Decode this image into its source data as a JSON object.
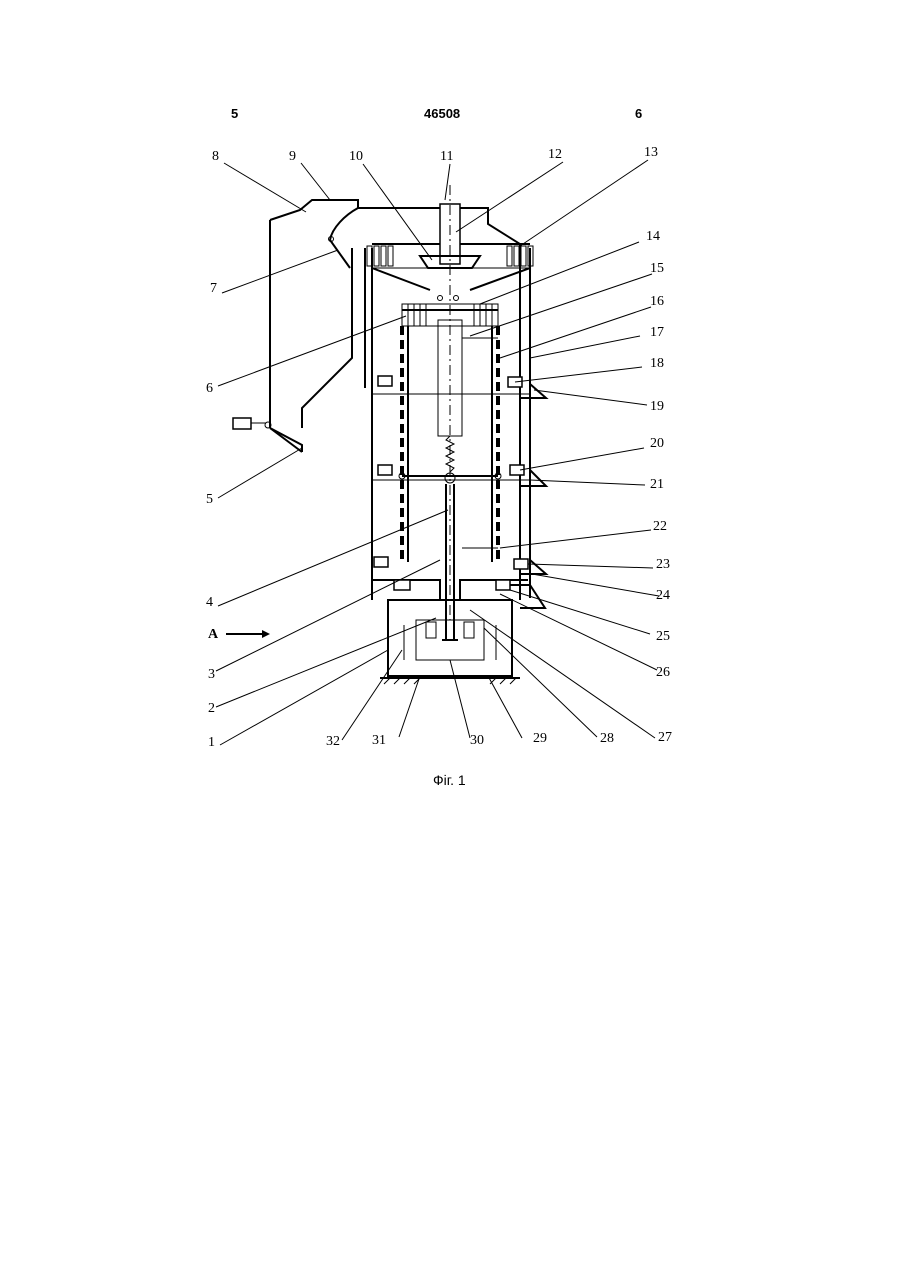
{
  "header": {
    "left_page": "5",
    "patent_number": "46508",
    "right_page": "6"
  },
  "caption": "Фіг. 1",
  "view_marker": {
    "label": "A"
  },
  "callouts": {
    "n1": "1",
    "n2": "2",
    "n3": "3",
    "n4": "4",
    "n5": "5",
    "n6": "6",
    "n7": "7",
    "n8": "8",
    "n9": "9",
    "n10": "10",
    "n11": "11",
    "n12": "12",
    "n13": "13",
    "n14": "14",
    "n15": "15",
    "n16": "16",
    "n17": "17",
    "n18": "18",
    "n19": "19",
    "n20": "20",
    "n21": "21",
    "n22": "22",
    "n23": "23",
    "n24": "24",
    "n25": "25",
    "n26": "26",
    "n27": "27",
    "n28": "28",
    "n29": "29",
    "n30": "30",
    "n31": "31",
    "n32": "32"
  }
}
